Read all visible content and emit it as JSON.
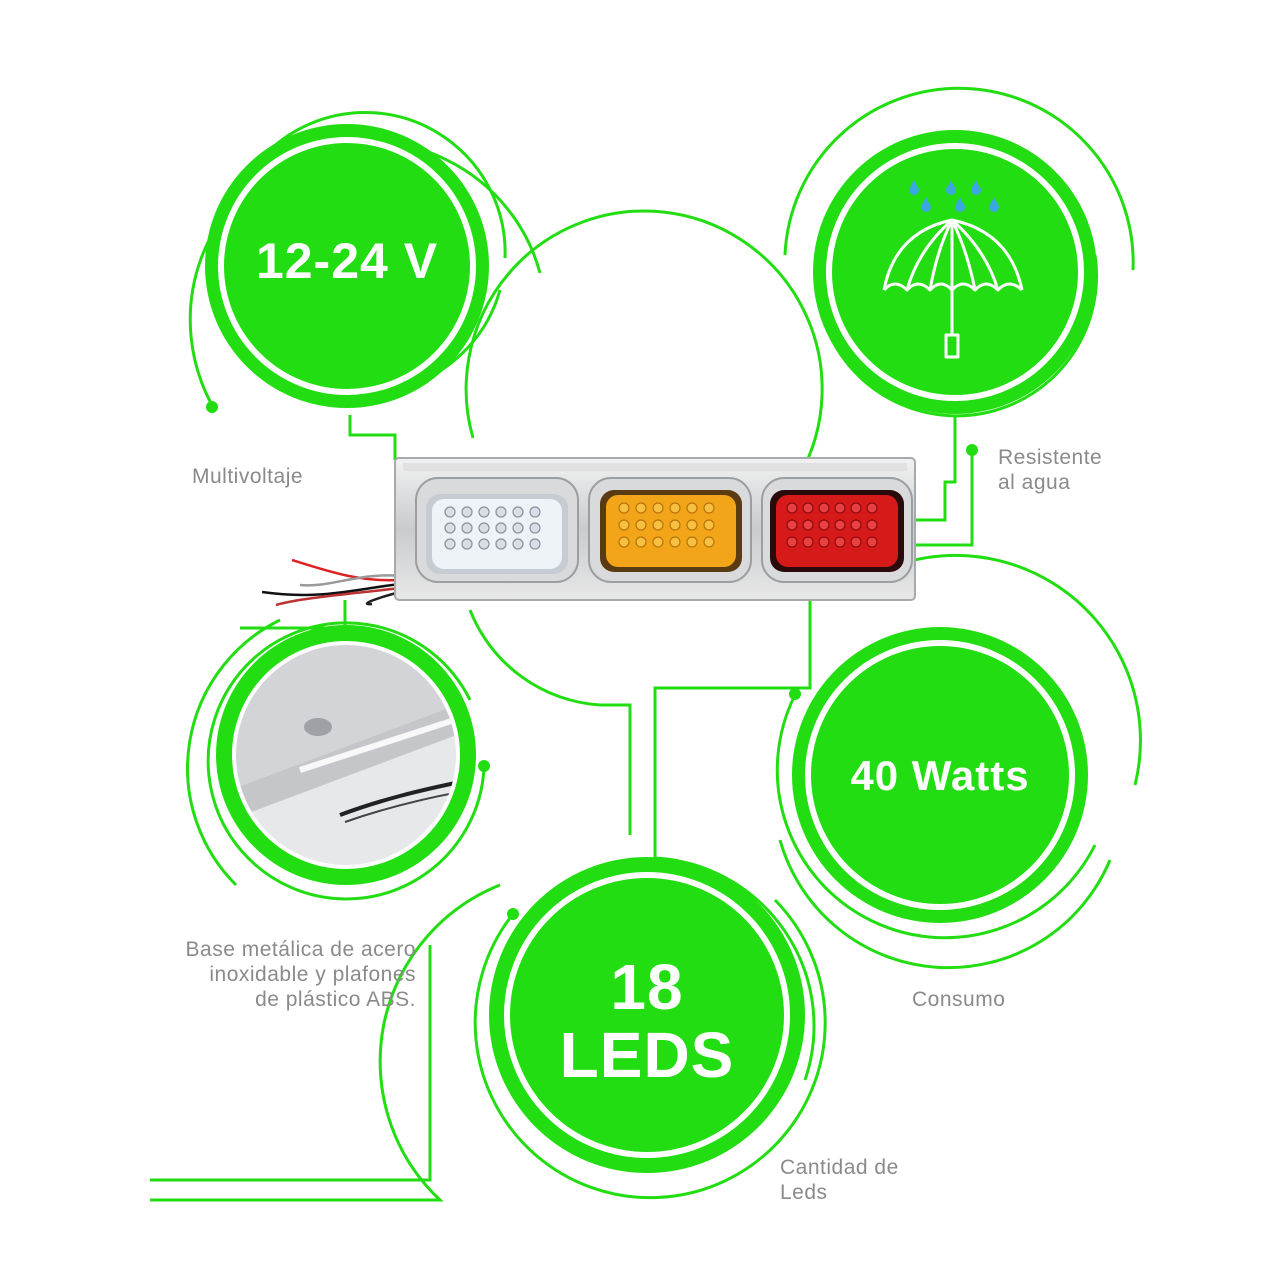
{
  "colors": {
    "accent": "#22dd11",
    "caption": "#8a8a8a",
    "rain": "#3aa7e0",
    "lens_white": "#eef3f8",
    "lens_amber": "#f2a519",
    "lens_red": "#d61a1a"
  },
  "features": {
    "voltage": {
      "value": "12-24 V",
      "caption": "Multivoltaje"
    },
    "water": {
      "icon": "umbrella-rain-icon",
      "caption_line1": "Resistente",
      "caption_line2": "al agua"
    },
    "base": {
      "icon": "metal-base-photo",
      "caption_line1": "Base metálica de acero",
      "caption_line2": "inoxidable y plafones",
      "caption_line3": "de plástico ABS."
    },
    "power": {
      "value": "40 Watts",
      "caption": "Consumo"
    },
    "leds": {
      "value_line1": "18",
      "value_line2": "LEDS",
      "caption_line1": "Cantidad de",
      "caption_line2": "Leds"
    }
  }
}
